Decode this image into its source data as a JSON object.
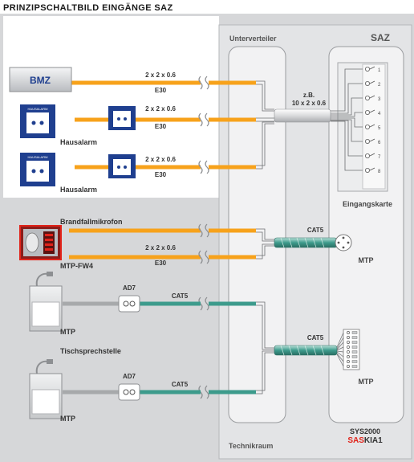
{
  "title": "PRINZIPSCHALTBILD EINGÄNGE SAZ",
  "technikraum": {
    "top_label": "Unterverteiler",
    "bottom_label": "Technikraum"
  },
  "saz": {
    "title": "SAZ",
    "card_label": "Eingangskarte",
    "inputs": [
      "1",
      "2",
      "3",
      "4",
      "5",
      "6",
      "7",
      "8"
    ],
    "footer_line1": "SYS2000",
    "footer_red": "SAS",
    "footer_rest": "KIA1"
  },
  "bundle": {
    "line1": "z.B.",
    "line2": "10 x 2 x 0.6"
  },
  "devices": {
    "bmz": "BMZ",
    "hausalarm_1": "Hausalarm",
    "hausalarm_2": "Hausalarm",
    "panel_caption": "HAUSALARM",
    "brandfallmikrofon": "Brandfallmikrofon",
    "mtp_fw4": "MTP-FW4",
    "mtp_left_1": "MTP",
    "tischsprechstelle": "Tischsprechstelle",
    "mtp_left_2": "MTP",
    "mtp_right_1": "MTP",
    "mtp_right_2": "MTP",
    "ad7_1": "AD7",
    "ad7_2": "AD7"
  },
  "cables": {
    "c1_spec": "2 x 2 x 0.6",
    "c1_class": "E30",
    "c2_spec": "2 x 2 x 0.6",
    "c2_class": "E30",
    "c3_spec": "2 x 2 x 0.6",
    "c3_class": "E30",
    "c4_spec": "2 x 2 x 0.6",
    "c4_class": "E30",
    "cat5_1": "CAT5",
    "cat5_2": "CAT5",
    "cat5_3": "CAT5",
    "cat5_4": "CAT5"
  },
  "colors": {
    "orange": "#f7a21b",
    "teal": "#3d9b8c",
    "grey_line": "#a7a9ab",
    "panel_bg": "#d6d7d9",
    "navy": "#1f3f8f",
    "red": "#e1231a"
  }
}
